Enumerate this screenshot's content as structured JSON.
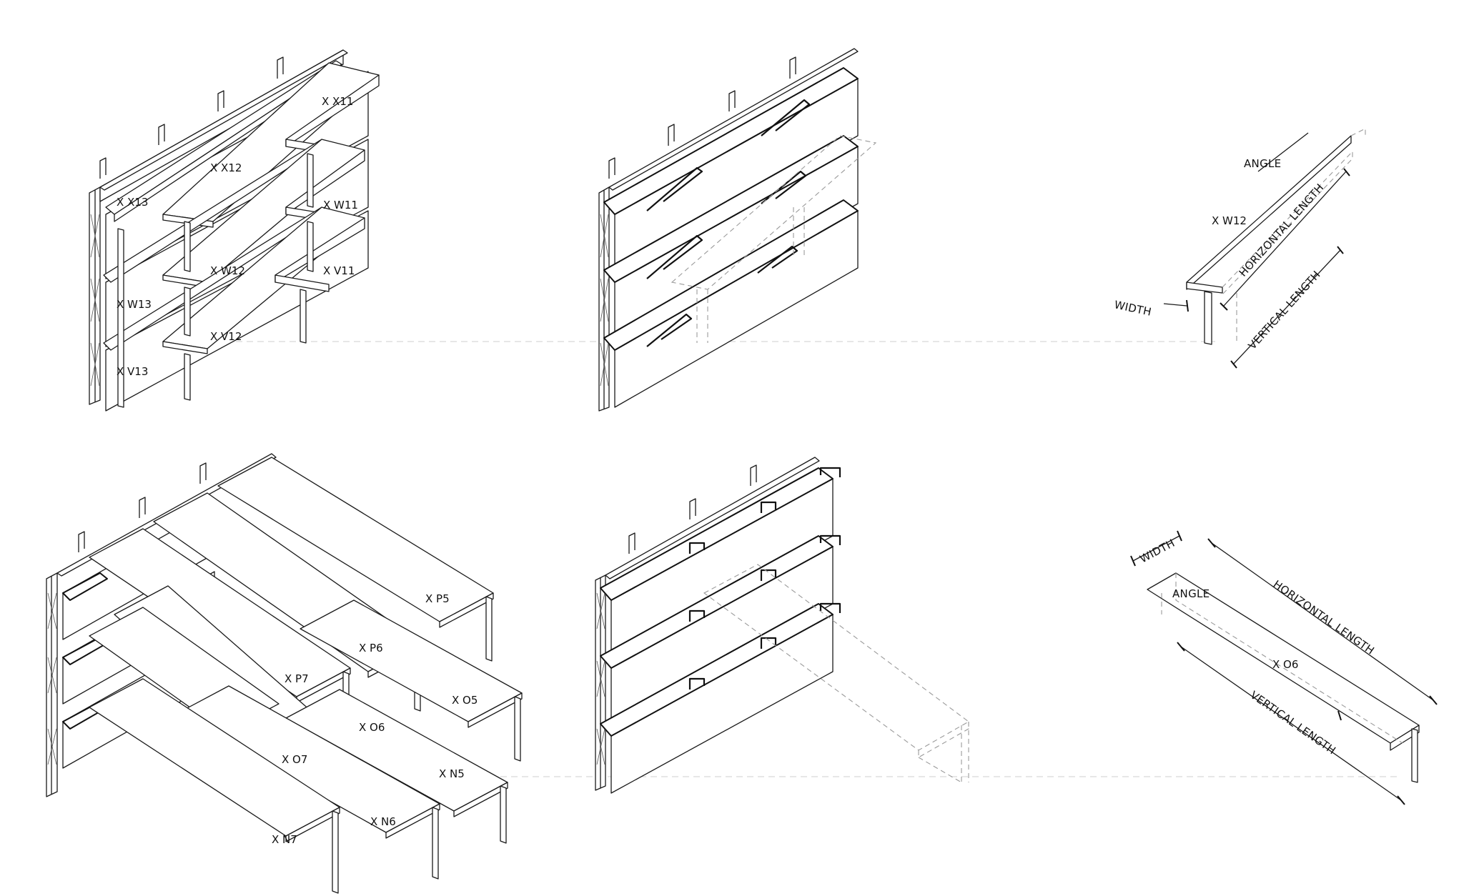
{
  "diagram": {
    "panel_top_left_labels": [
      "X X11",
      "X X12",
      "X X13",
      "X W11",
      "X W12",
      "X W13",
      "X V11",
      "X V12",
      "X V13"
    ],
    "panel_bottom_left_labels": [
      "X P5",
      "X P6",
      "X P7",
      "X O5",
      "X O6",
      "X O7",
      "X N5",
      "X N6",
      "X N7"
    ],
    "detail_top": {
      "part_label": "X W12",
      "angle_label": "ANGLE",
      "horizontal_label": "HORIZONTAL LENGTH",
      "vertical_label": "VERTICAL LENGTH",
      "width_label": "WIDTH"
    },
    "detail_bottom": {
      "part_label": "X O6",
      "angle_label": "ANGLE",
      "horizontal_label": "HORIZONTAL LENGTH",
      "vertical_label": "VERTICAL LENGTH",
      "width_label": "WIDTH"
    },
    "colors": {
      "line": "#1a1a1a",
      "dash": "#9a9a9a",
      "guide": "#cfcfcf",
      "background": "#ffffff"
    }
  }
}
